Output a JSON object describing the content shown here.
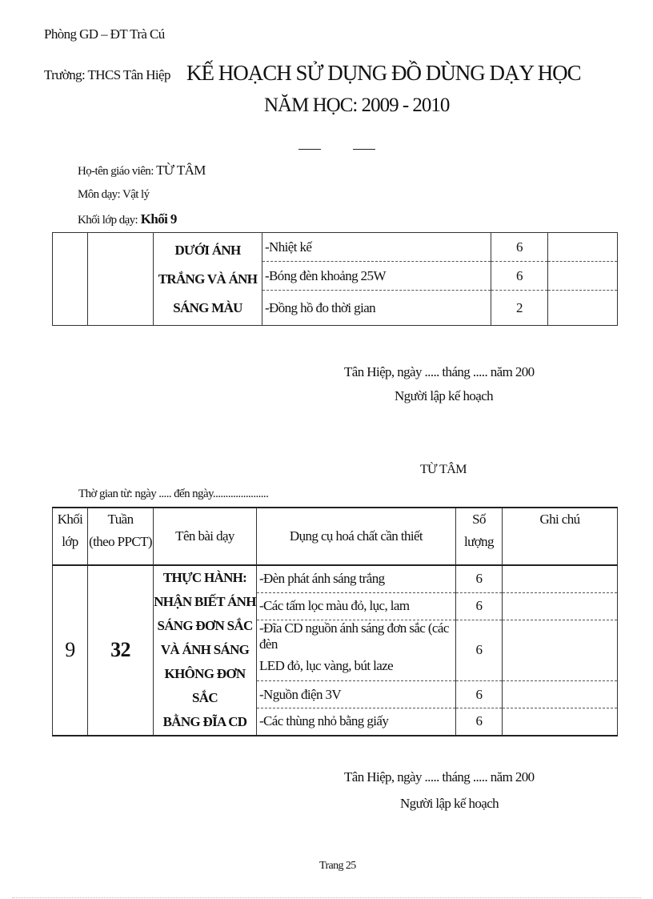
{
  "header": {
    "department": "Phòng GD – ĐT Trà Cú",
    "school": "Trường: THCS Tân Hiệp",
    "title": "KẾ HOẠCH SỬ DỤNG ĐỒ DÙNG DẠY HỌC",
    "subtitle": "NĂM HỌC: 2009 - 2010"
  },
  "info": {
    "teacher_label": "Họ-tên giáo viên:",
    "teacher_name": "TỪ TÂM",
    "subject_label": "Môn dạy:",
    "subject": "Vật lý",
    "grade_label": "Khối lớp dạy:",
    "grade": "Khối 9"
  },
  "table_top": {
    "lesson_lines": [
      "DƯỚI ÁNH",
      "TRẮNG VÀ ÁNH",
      "SÁNG MÀU"
    ],
    "rows": [
      {
        "item": "-Nhiệt kế",
        "qty": "6",
        "note": ""
      },
      {
        "item": "-Bóng đèn khoảng 25W",
        "qty": "6",
        "note": ""
      },
      {
        "item": "-Đồng hồ đo thời gian",
        "qty": "2",
        "note": ""
      }
    ]
  },
  "signature_top": {
    "place_date": "Tân Hiệp, ngày ..... tháng ..... năm 200",
    "role": "Người lập kế hoạch",
    "name": "TỪ TÂM"
  },
  "period": "Thờ gian từ: ngày ..... đến ngày......................",
  "table_main": {
    "headers": {
      "grade_1": "Khối",
      "grade_2": "lớp",
      "week_1": "Tuần",
      "week_2": "(theo PPCT)",
      "lesson": "Tên bài dạy",
      "equipment": "Dụng cụ hoá chất cần thiết",
      "qty_1": "Số",
      "qty_2": "lượng",
      "note": "Ghi chú"
    },
    "grade": "9",
    "week": "32",
    "lesson_lines": [
      "THỰC HÀNH:",
      "NHẬN BIẾT ÁNH",
      "SÁNG ĐƠN SẮC",
      "VÀ ÁNH SÁNG",
      "KHÔNG ĐƠN SẮC",
      "BẰNG ĐĨA CD"
    ],
    "rows": [
      {
        "item": "-Đèn phát ánh sáng trắng",
        "qty": "6",
        "note": ""
      },
      {
        "item": "-Các tấm lọc màu đỏ, lục, lam",
        "qty": "6",
        "note": ""
      },
      {
        "item_1": "-Đĩa CD nguồn ánh sáng đơn sắc (các đèn",
        "item_2": "LED đỏ, lục vàng, bút laze",
        "qty": "6",
        "note": ""
      },
      {
        "item": "-Nguồn điện 3V",
        "qty": "6",
        "note": ""
      },
      {
        "item": "-Các thùng nhỏ bằng giấy",
        "qty": "6",
        "note": ""
      }
    ]
  },
  "signature_bottom": {
    "place_date": "Tân  Hiệp, ngày ..... tháng ..... năm 200",
    "role": "Người lập kế hoạch"
  },
  "footer": {
    "page": "Trang 25"
  }
}
